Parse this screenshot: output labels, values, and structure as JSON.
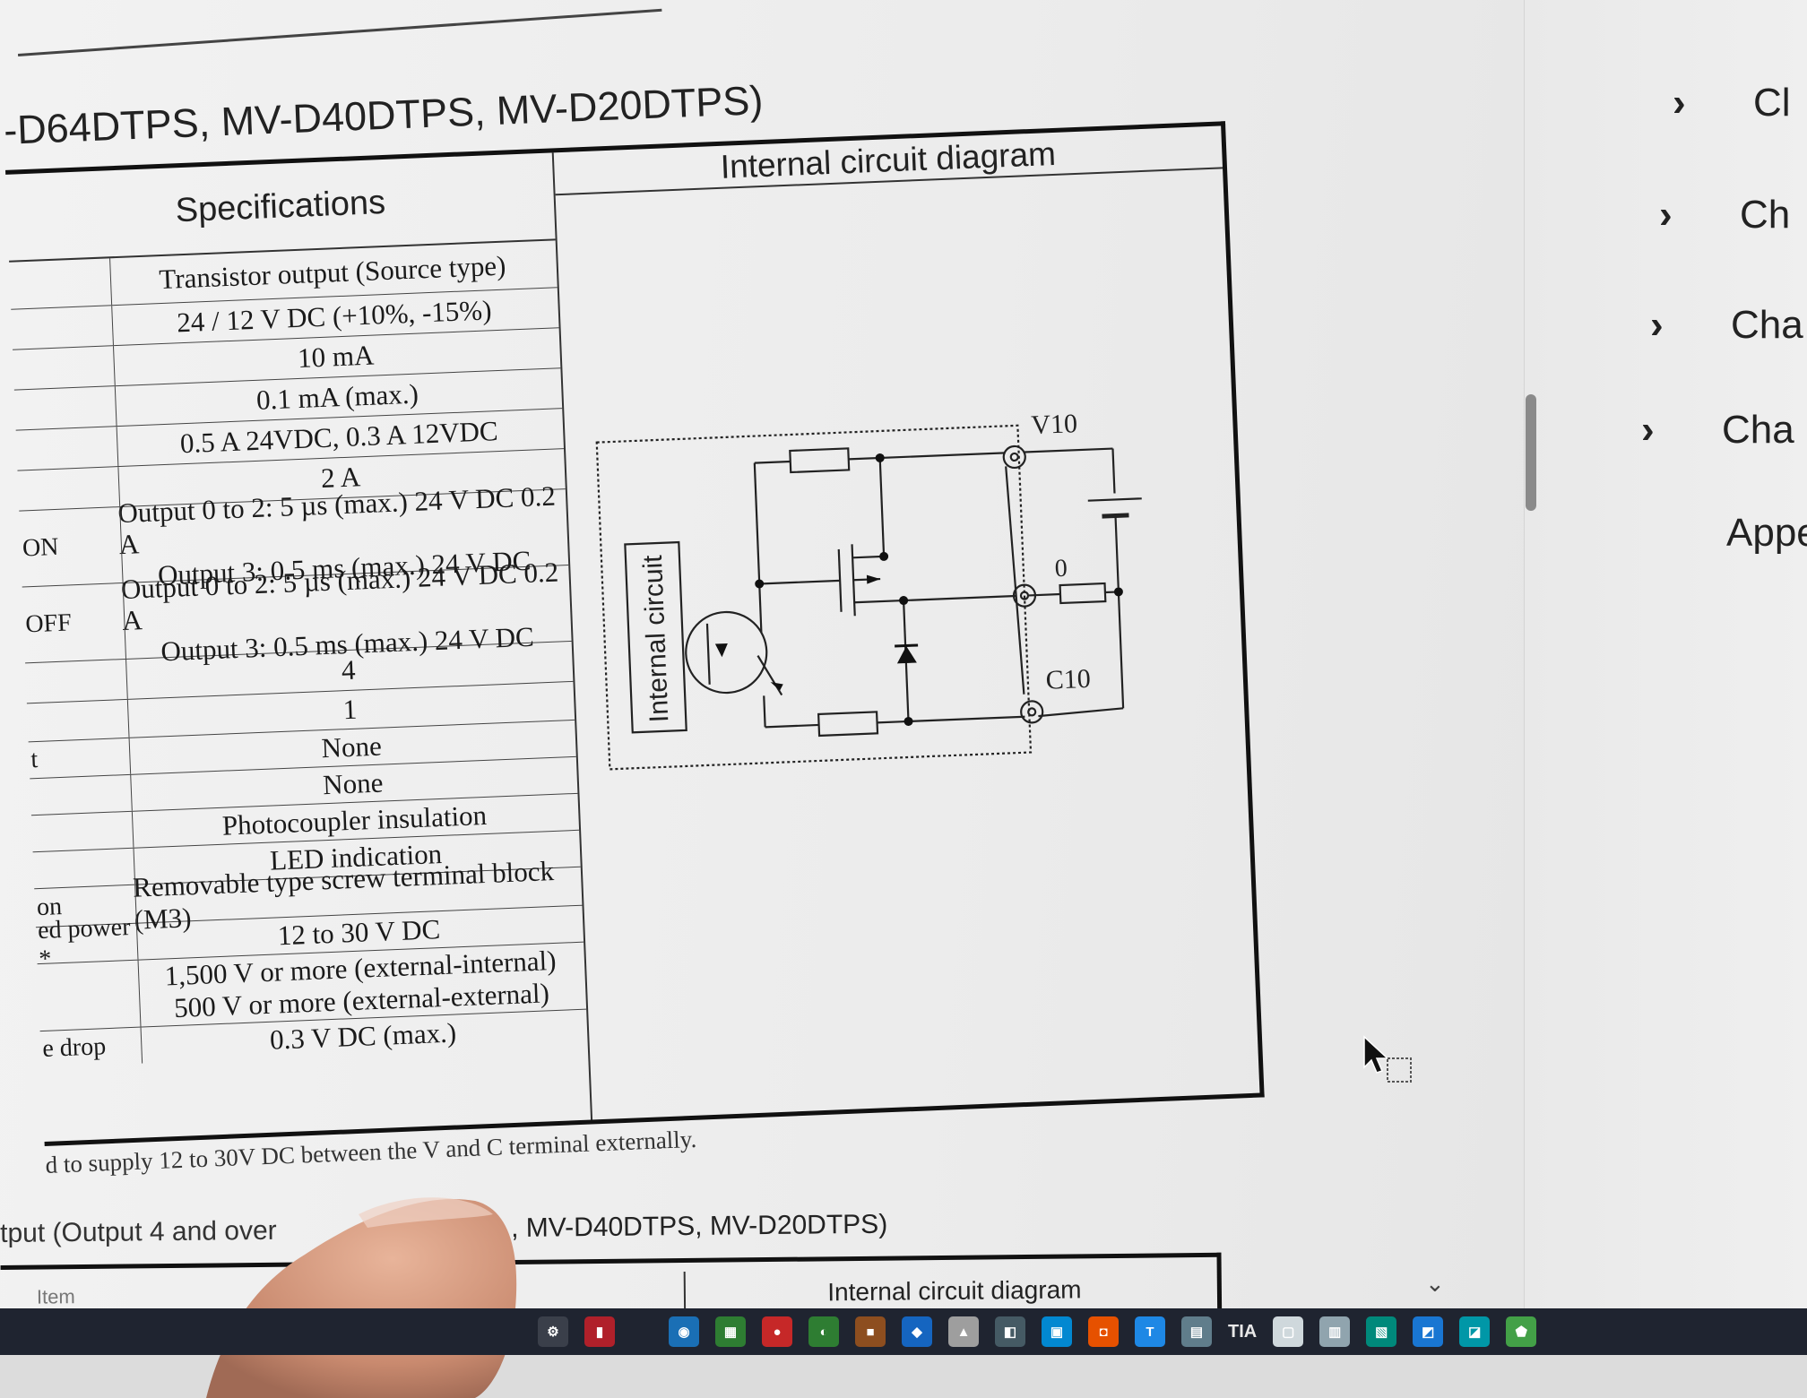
{
  "document": {
    "section_title": "-D64DTPS, MV-D40DTPS, MV-D20DTPS)",
    "table": {
      "spec_header": "Specifications",
      "diagram_header": "Internal circuit diagram",
      "rows": [
        {
          "label": "",
          "lines": [
            "Transistor output (Source type)"
          ]
        },
        {
          "label": "",
          "lines": [
            "24 / 12 V DC (+10%, -15%)"
          ]
        },
        {
          "label": "",
          "lines": [
            "10 mA"
          ]
        },
        {
          "label": "",
          "lines": [
            "0.1 mA (max.)"
          ]
        },
        {
          "label": "",
          "lines": [
            "0.5 A 24VDC, 0.3 A 12VDC"
          ]
        },
        {
          "label": "",
          "lines": [
            "2 A"
          ]
        },
        {
          "label": "ON",
          "lines": [
            "Output 0 to 2: 5 µs (max.) 24 V DC 0.2 A",
            "Output 3: 0.5 ms (max.) 24 V DC"
          ]
        },
        {
          "label": "OFF",
          "lines": [
            "Output 0 to 2: 5 µs (max.) 24 V DC 0.2 A",
            "Output 3: 0.5 ms (max.) 24 V DC"
          ]
        },
        {
          "label": "",
          "lines": [
            "4"
          ]
        },
        {
          "label": "",
          "lines": [
            "1"
          ]
        },
        {
          "label": "t",
          "lines": [
            "None"
          ]
        },
        {
          "label": "",
          "lines": [
            "None"
          ]
        },
        {
          "label": "",
          "lines": [
            "Photocoupler insulation"
          ]
        },
        {
          "label": "",
          "lines": [
            "LED indication"
          ]
        },
        {
          "label": "on",
          "lines": [
            "Removable type screw terminal block (M3)"
          ]
        },
        {
          "label": "ed power *",
          "lines": [
            "12 to 30 V DC"
          ]
        },
        {
          "label": "",
          "lines": [
            "1,500 V or more (external-internal)",
            "500 V or more (external-external)"
          ]
        },
        {
          "label": "e drop",
          "lines": [
            "0.3 V DC (max.)"
          ]
        }
      ]
    },
    "circuit": {
      "block_label": "Internal circuit",
      "terminal_v": "V10",
      "terminal_0": "0",
      "terminal_c": "C10"
    },
    "footnote": "d to supply 12 to 30V DC between the V and C terminal externally.",
    "next_section_left": "tput (Output 4 and over",
    "next_section_right": ", MV-D40DTPS, MV-D20DTPS)",
    "next_item_header": "Item",
    "next_diagram_header": "Internal circuit diagram"
  },
  "nav": {
    "items": [
      {
        "label": "Cl",
        "has_chevron": true
      },
      {
        "label": "Ch",
        "has_chevron": true
      },
      {
        "label": "Cha",
        "has_chevron": true
      },
      {
        "label": "Cha",
        "has_chevron": true
      },
      {
        "label": "Appe",
        "has_chevron": false
      }
    ]
  },
  "taskbar": {
    "text_item": "TIA"
  },
  "colors": {
    "page_bg": "#eeeeee",
    "table_border": "#111111",
    "taskbar_bg": "#1f2430"
  }
}
